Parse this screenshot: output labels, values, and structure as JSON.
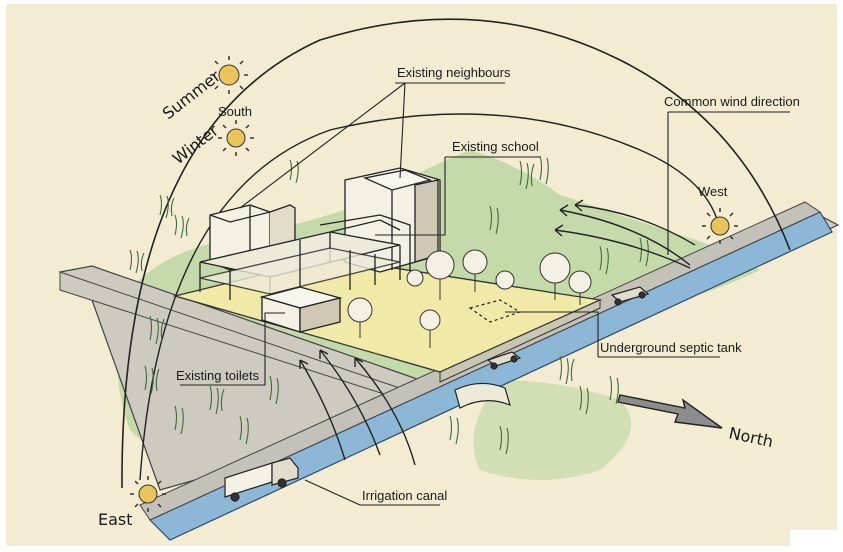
{
  "diagram": {
    "labels": {
      "existing_neighbours": "Existing neighbours",
      "common_wind_direction": "Common wind direction",
      "existing_school": "Existing school",
      "underground_septic_tank": "Underground septic tank",
      "existing_toilets": "Existing toilets",
      "irrigation_canal": "Irrigation canal"
    },
    "sun_path": {
      "summer": "Summer",
      "winter": "Winter",
      "south": "South",
      "west": "West",
      "east": "East"
    },
    "compass": {
      "north": "North"
    }
  },
  "colors": {
    "paper": "#f3ecd2",
    "grass": "#bcd7a3",
    "site": "#f0e9a8",
    "canal": "#8cb7d6",
    "road": "#cfcac0",
    "sun": "#e8c45a",
    "ink": "#1a1a1a"
  }
}
